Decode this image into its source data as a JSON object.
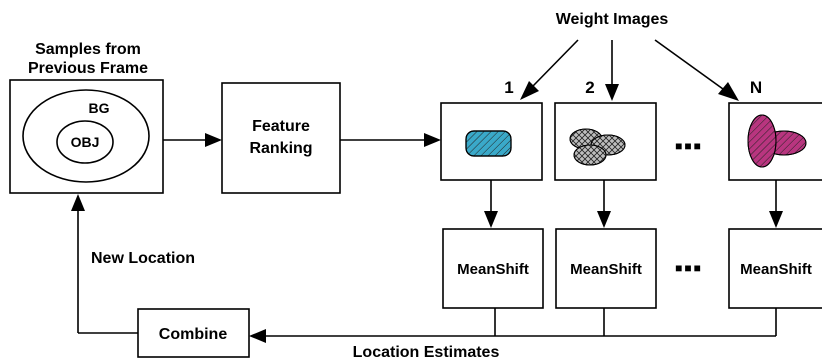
{
  "header": {
    "weight_images": "Weight Images"
  },
  "samples": {
    "title_line1": "Samples from",
    "title_line2": "Previous Frame",
    "bg_label": "BG",
    "obj_label": "OBJ"
  },
  "feature": {
    "line1": "Feature",
    "line2": "Ranking"
  },
  "weight_images": [
    {
      "index": "1",
      "fill": "#3aa9c9",
      "icon": "cyan-blob-icon"
    },
    {
      "index": "2",
      "fill": "#bdbdbd",
      "icon": "gray-ellipses-icon"
    },
    {
      "index": "N",
      "fill": "#b8357f",
      "icon": "magenta-ellipses-icon"
    }
  ],
  "ellipsis": "■■■",
  "meanshift_label": "MeanShift",
  "combine_label": "Combine",
  "new_location_label": "New Location",
  "location_estimates_label": "Location Estimates"
}
